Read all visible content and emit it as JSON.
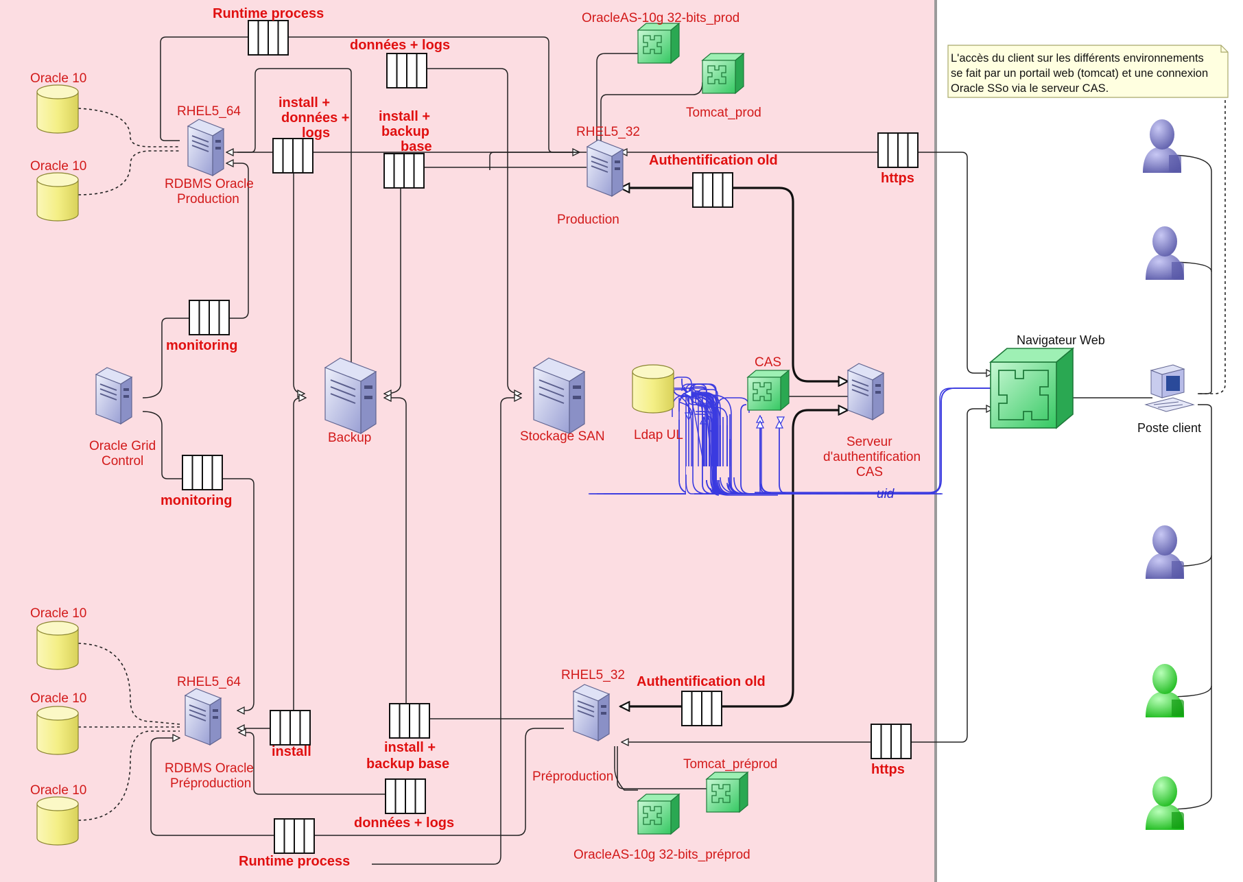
{
  "colors": {
    "zone_background": "#fcdde2",
    "line": "#222222",
    "uid_line": "#3a3ae0",
    "label_red": "#e01010",
    "note_background": "#ffffe0",
    "database": "#f4f083",
    "app_server": "#6ee88e",
    "user_blue": "#8a8ad0",
    "user_green": "#3ce03c"
  },
  "note": {
    "line1": "L'accès du client sur les différents environnements",
    "line2": "se fait par un portail web (tomcat) et une connexion",
    "line3": "Oracle SSo via le serveur CAS."
  },
  "databases": {
    "prod_db1": "Oracle 10",
    "prod_db2": "Oracle 10",
    "preprod_db1": "Oracle 10",
    "preprod_db2": "Oracle 10",
    "preprod_db3": "Oracle 10",
    "ldap": "Ldap UL"
  },
  "servers": {
    "rdbms_prod_top": "RHEL5_64",
    "rdbms_prod_line1": "RDBMS Oracle",
    "rdbms_prod_line2": "Production",
    "app_prod_top": "RHEL5_32",
    "app_prod_bottom": "Production",
    "grid_line1": "Oracle Grid",
    "grid_line2": "Control",
    "backup": "Backup",
    "san": "Stockage SAN",
    "cas_line1": "Serveur",
    "cas_line2": "d'authentification",
    "cas_line3": "CAS",
    "rdbms_preprod_top": "RHEL5_64",
    "rdbms_preprod_line1": "RDBMS Oracle",
    "rdbms_preprod_line2": "Préproduction",
    "app_preprod_top": "RHEL5_32",
    "app_preprod_bottom": "Préproduction"
  },
  "apps": {
    "oas_prod": "OracleAS-10g 32-bits_prod",
    "tomcat_prod": "Tomcat_prod",
    "cas": "CAS",
    "browser": "Navigateur Web",
    "tomcat_preprod": "Tomcat_préprod",
    "oas_preprod": "OracleAS-10g 32-bits_préprod"
  },
  "client": {
    "workstation": "Poste client"
  },
  "flows": {
    "runtime_top": "Runtime process",
    "donnees_logs_top": "données + logs",
    "install_dl_1": "install +",
    "install_dl_2": "données +",
    "install_dl_3": "logs",
    "install_bb_1": "install +",
    "install_bb_2": "backup",
    "install_bb_3": "base",
    "auth_prod": "Authentification old",
    "https_prod": "https",
    "monitoring_1": "monitoring",
    "monitoring_2": "monitoring",
    "uid": "uid",
    "auth_preprod": "Authentification old",
    "install_preprod": "install",
    "install_bb_preprod_1": "install +",
    "install_bb_preprod_2": "backup base",
    "https_preprod": "https",
    "donnees_logs_bottom": "données + logs",
    "runtime_bottom": "Runtime process"
  }
}
